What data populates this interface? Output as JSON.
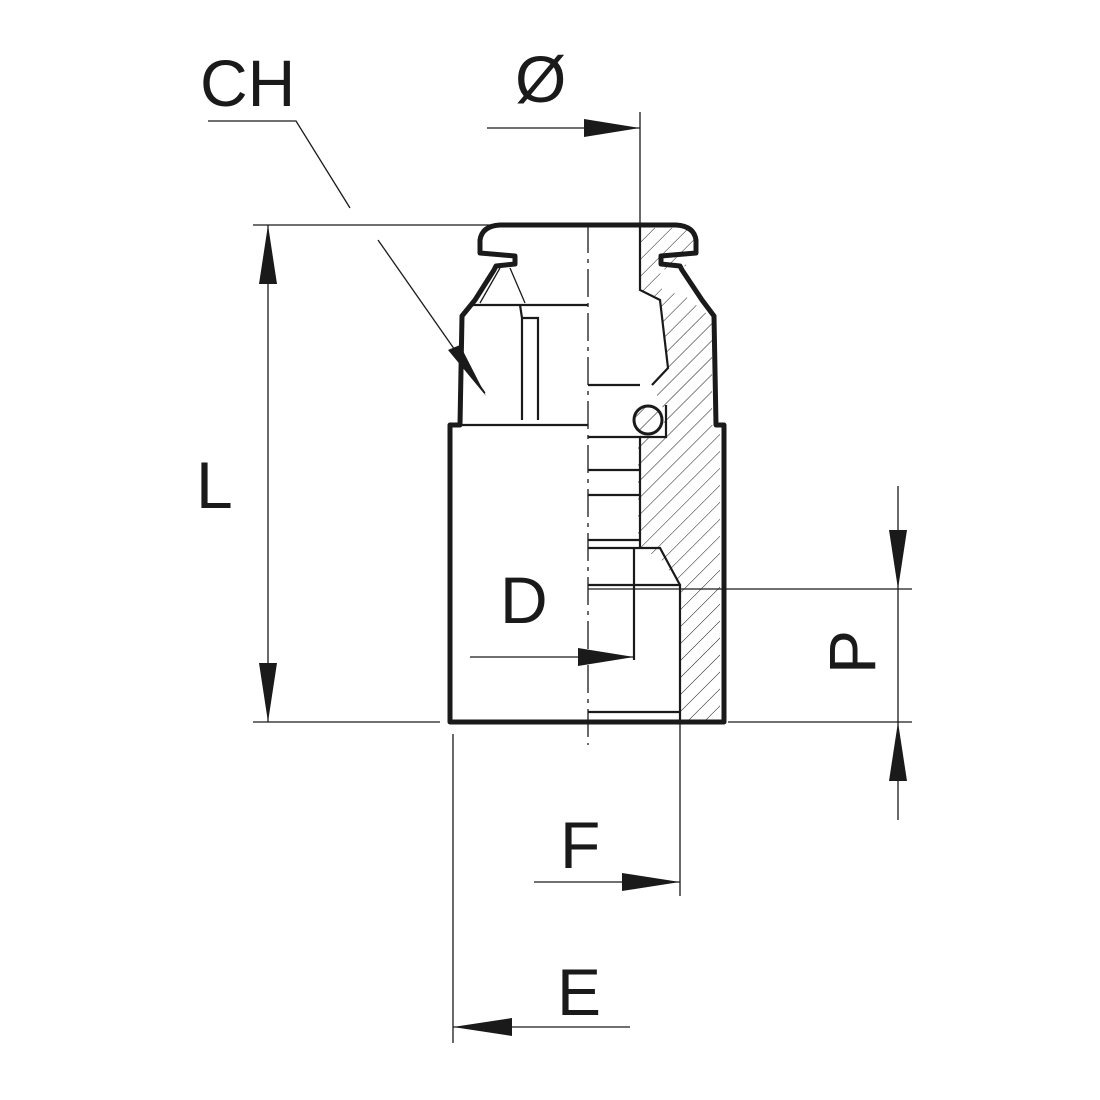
{
  "labels": {
    "ch": "CH",
    "diameter": "Ø",
    "l": "L",
    "d": "D",
    "p": "P",
    "f": "F",
    "e": "E"
  }
}
